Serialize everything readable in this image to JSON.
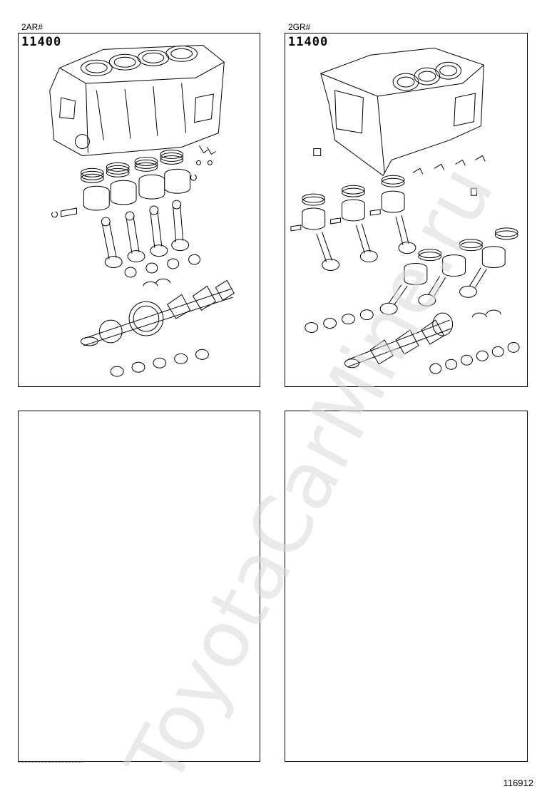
{
  "panels": [
    {
      "engine_code": "2AR#",
      "part_number": "11400"
    },
    {
      "engine_code": "2GR#",
      "part_number": "11400"
    },
    {
      "engine_code": "",
      "part_number": ""
    },
    {
      "engine_code": "",
      "part_number": ""
    }
  ],
  "watermark": "ToyotaCarMine.ru",
  "page_number": "116912"
}
